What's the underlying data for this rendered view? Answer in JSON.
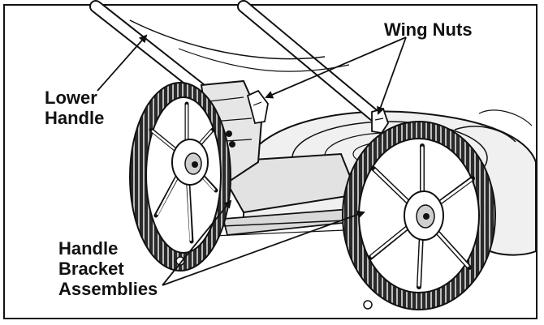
{
  "callouts": {
    "wing_nuts": "Wing Nuts",
    "lower_handle": [
      "Lower",
      "Handle"
    ],
    "handle_bracket_assemblies": [
      "Handle",
      "Bracket",
      "Assemblies"
    ]
  },
  "colors": {
    "ink": "#111111",
    "deck_fill": "#f0f0f0",
    "tire_tread": "#2a2a2a",
    "background": "#ffffff"
  },
  "icons": {
    "wheel": "spoked-wheel",
    "wing_nut": "wing-nut",
    "arrow": "leader-arrow"
  }
}
